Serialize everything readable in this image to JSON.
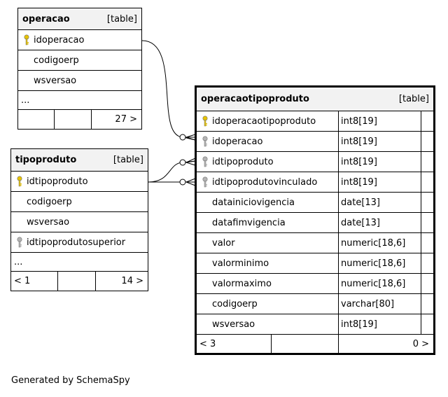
{
  "tables": {
    "operacao": {
      "name": "operacao",
      "tag": "[table]",
      "columns": [
        {
          "name": "idoperacao",
          "key": "primary"
        },
        {
          "name": "codigoerp",
          "key": "none"
        },
        {
          "name": "wsversao",
          "key": "none"
        }
      ],
      "more": "...",
      "footer": {
        "left": "",
        "right": "27 >"
      }
    },
    "tipoproduto": {
      "name": "tipoproduto",
      "tag": "[table]",
      "columns": [
        {
          "name": "idtipoproduto",
          "key": "primary"
        },
        {
          "name": "codigoerp",
          "key": "none"
        },
        {
          "name": "wsversao",
          "key": "none"
        },
        {
          "name": "idtipoprodutosuperior",
          "key": "foreign"
        }
      ],
      "more": "...",
      "footer": {
        "left": "< 1",
        "right": "14 >"
      }
    },
    "operacaotipoproduto": {
      "name": "operacaotipoproduto",
      "tag": "[table]",
      "columns": [
        {
          "name": "idoperacaotipoproduto",
          "type": "int8[19]",
          "key": "primary"
        },
        {
          "name": "idoperacao",
          "type": "int8[19]",
          "key": "foreign"
        },
        {
          "name": "idtipoproduto",
          "type": "int8[19]",
          "key": "foreign"
        },
        {
          "name": "idtipoprodutovinculado",
          "type": "int8[19]",
          "key": "foreign"
        },
        {
          "name": "datainiciovigencia",
          "type": "date[13]",
          "key": "none"
        },
        {
          "name": "datafimvigencia",
          "type": "date[13]",
          "key": "none"
        },
        {
          "name": "valor",
          "type": "numeric[18,6]",
          "key": "none"
        },
        {
          "name": "valorminimo",
          "type": "numeric[18,6]",
          "key": "none"
        },
        {
          "name": "valormaximo",
          "type": "numeric[18,6]",
          "key": "none"
        },
        {
          "name": "codigoerp",
          "type": "varchar[80]",
          "key": "none"
        },
        {
          "name": "wsversao",
          "type": "int8[19]",
          "key": "none"
        }
      ],
      "footer": {
        "left": "< 3",
        "right": "0 >"
      }
    }
  },
  "colors": {
    "primary_key": "#e6c200",
    "foreign_key": "#b4b4b4",
    "header_bg": "#f2f2f2"
  },
  "footer_text": "Generated by SchemaSpy"
}
